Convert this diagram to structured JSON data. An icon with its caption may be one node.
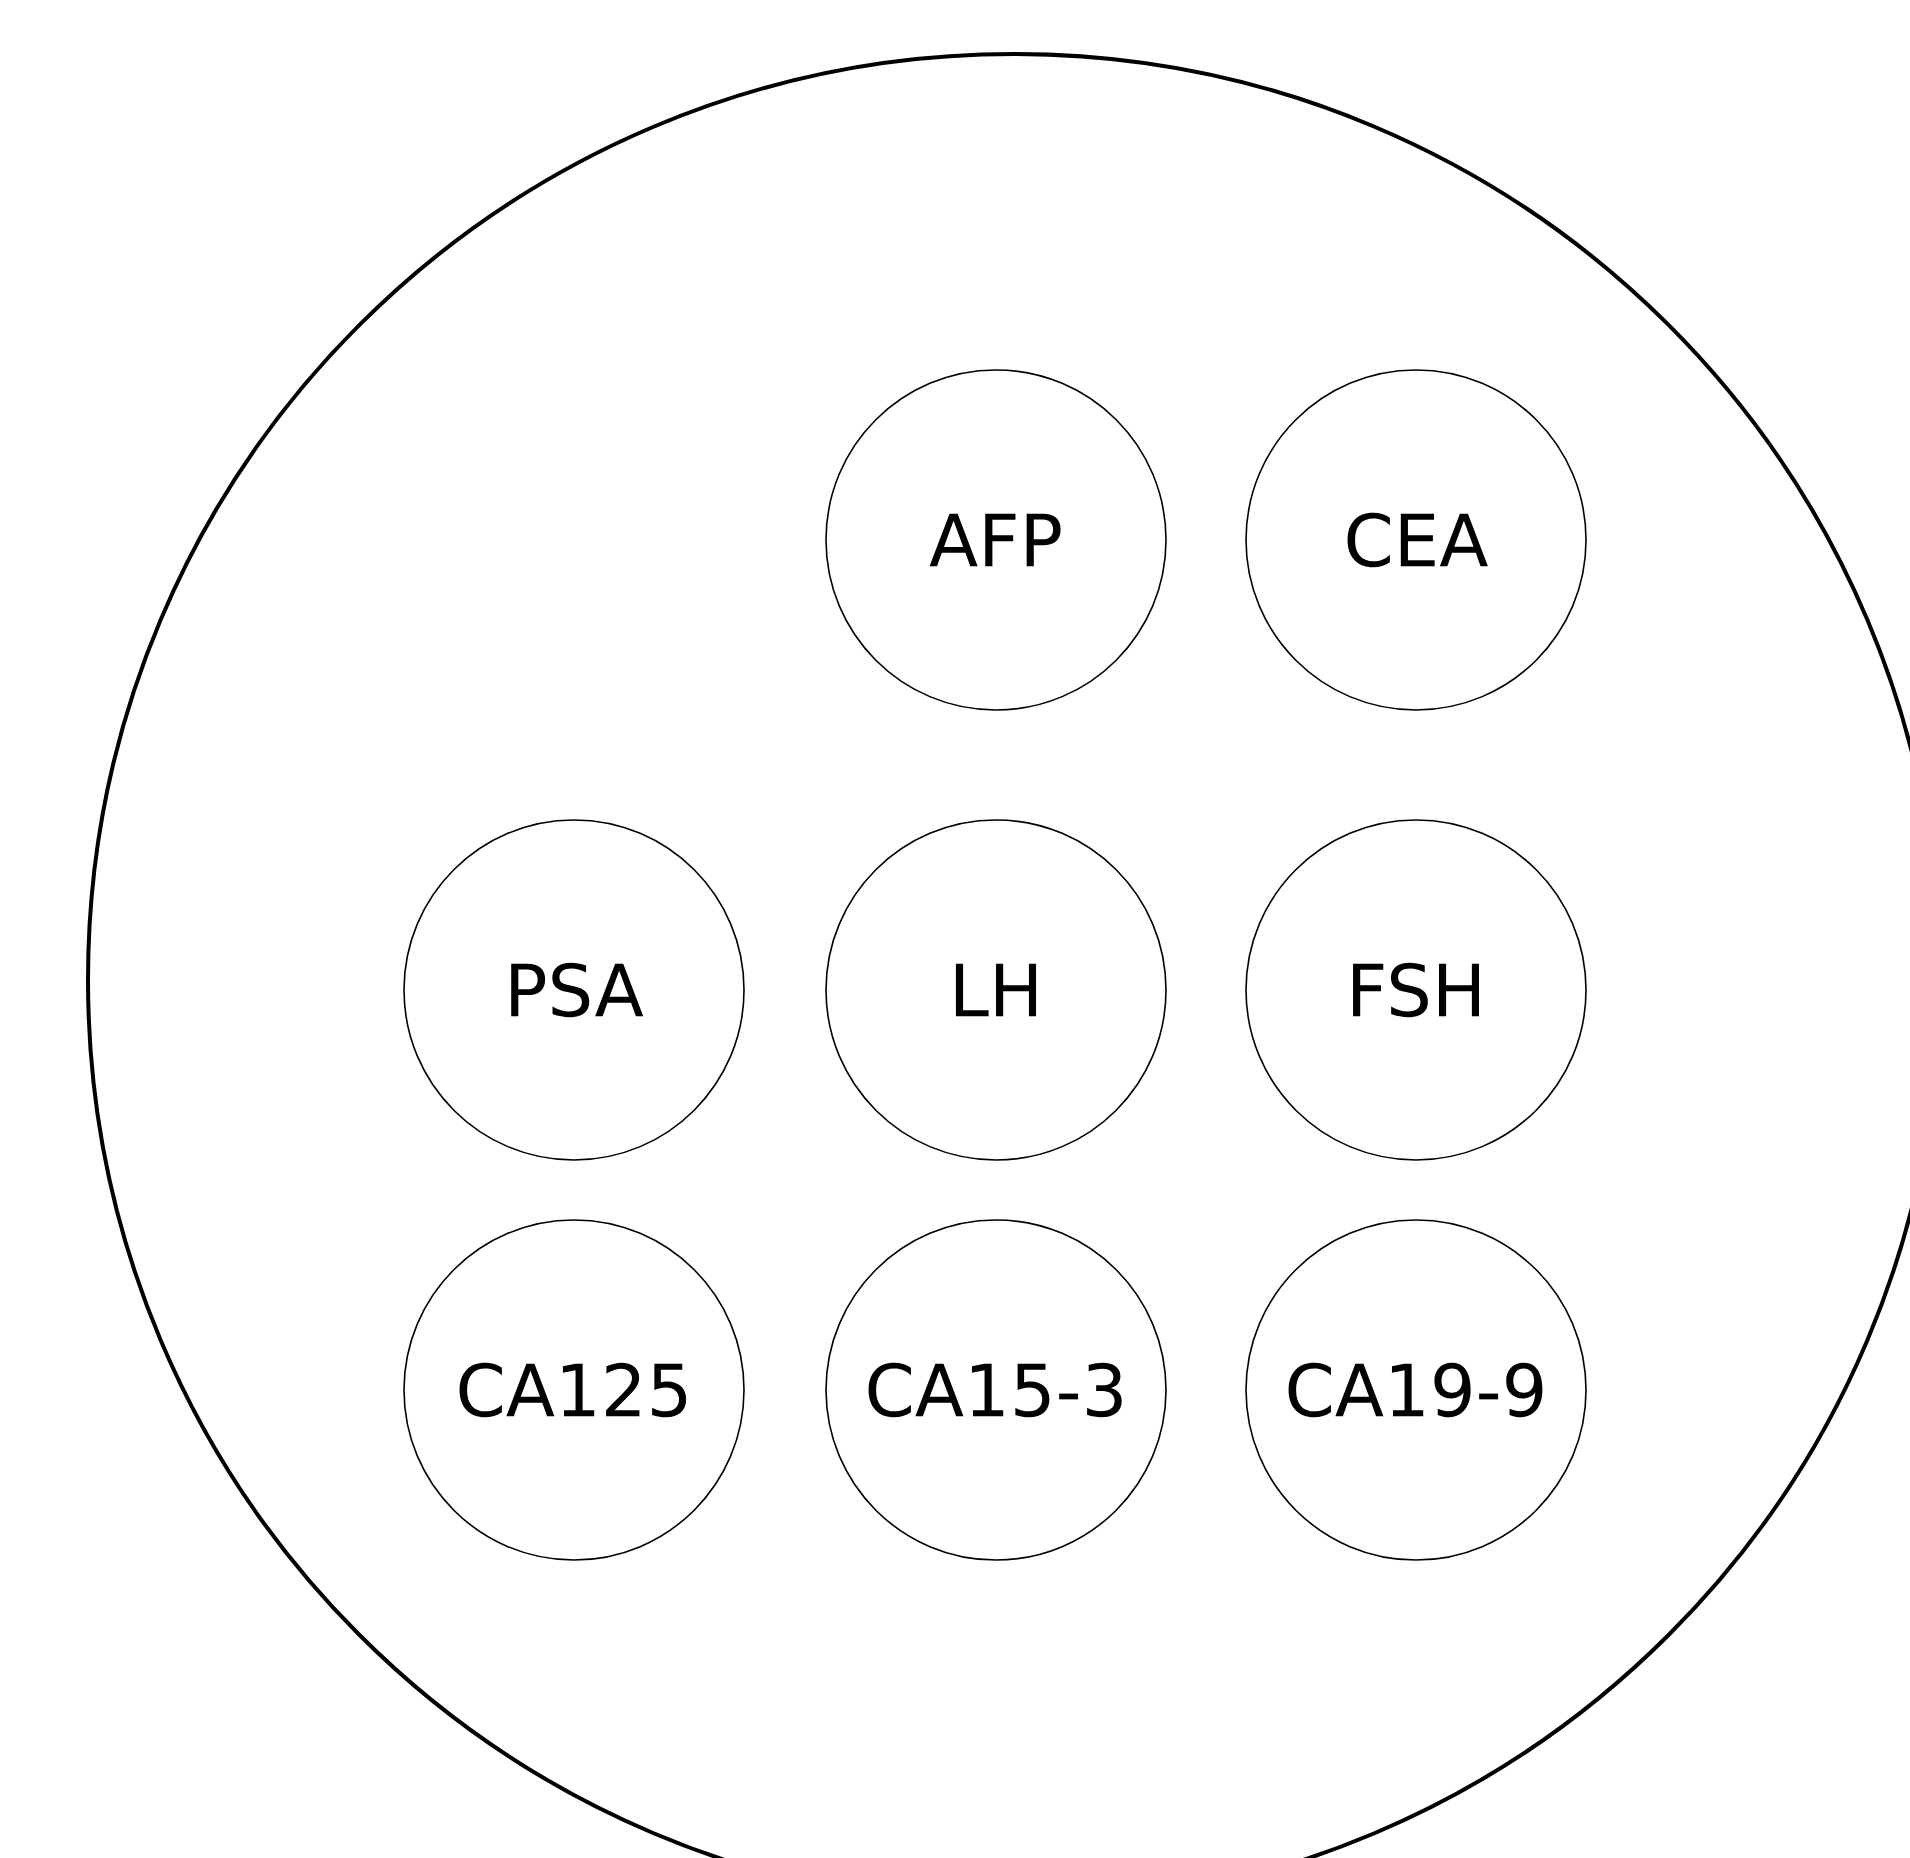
{
  "diagram": {
    "nodes": [
      {
        "text": [],
        "shape": "circle"
      },
      {
        "text": [
          "AFP"
        ],
        "in": 0
      },
      {
        "text": [
          "CEA"
        ],
        "in": 0
      },
      {
        "text": [
          "PSA"
        ],
        "in": 0
      },
      {
        "text": [
          "LH"
        ],
        "in": 0
      },
      {
        "text": [
          "FSH"
        ],
        "in": 0
      },
      {
        "text": [
          "CA125"
        ],
        "in": 0
      },
      {
        "text": [
          "CA15-3"
        ],
        "in": 0
      },
      {
        "text": [
          "CA19-9"
        ],
        "in": 0
      }
    ]
  }
}
